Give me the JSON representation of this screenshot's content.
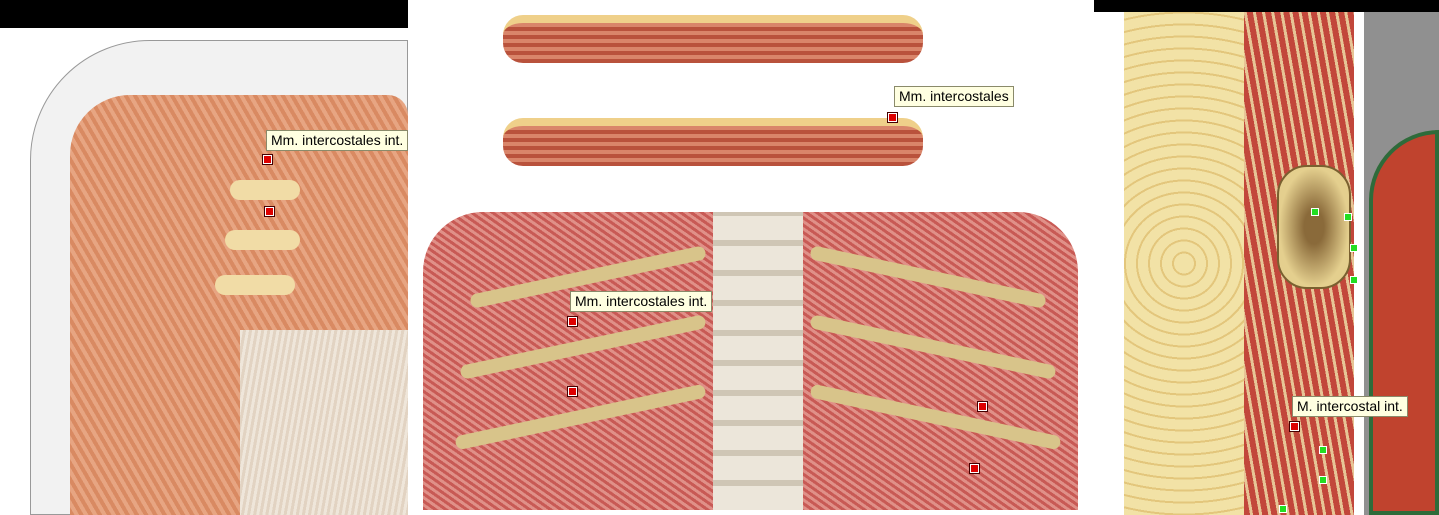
{
  "panels": [
    {
      "label": "Mm. intercostales int."
    },
    {
      "labels": [
        "Mm. intercostales",
        "Mm. intercostales int."
      ]
    },
    {
      "label": "M. intercostal int."
    }
  ],
  "colors": {
    "label_bg": "#ffffe1",
    "marker_red": "#dd0000",
    "marker_green": "#22dd22"
  }
}
